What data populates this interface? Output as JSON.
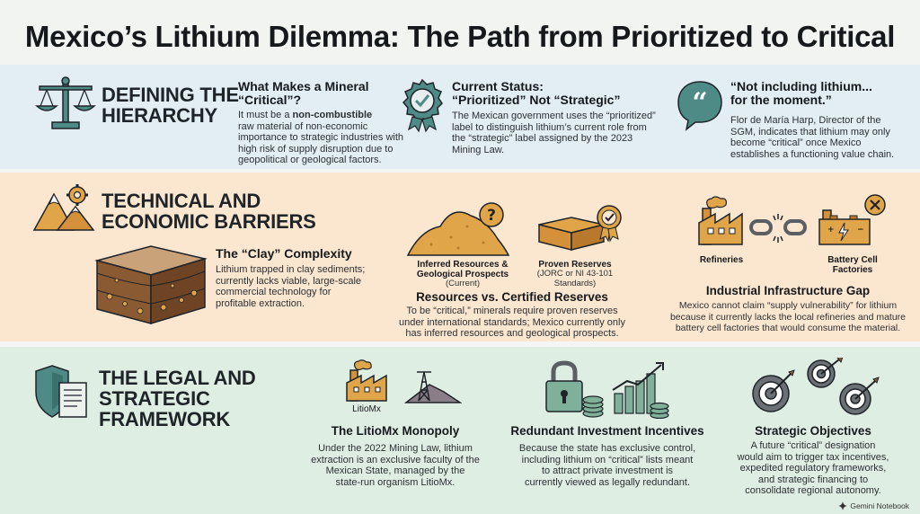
{
  "title": "Mexico’s Lithium Dilemma: The Path from Prioritized to Critical",
  "section1": {
    "heading": [
      "DEFINING THE",
      "HIERARCHY"
    ],
    "col1": {
      "title": [
        "What Makes a Mineral",
        "“Critical”?"
      ],
      "body_lead": "It must be a ",
      "body_bold": "non-combustible",
      "body_rest": [
        "raw material of non-economic",
        "importance to strategic industries with",
        "high risk of supply disruption due to",
        "geopolitical or geological factors."
      ]
    },
    "col2": {
      "title": [
        "Current Status:",
        "“Prioritized” Not “Strategic”"
      ],
      "body": [
        "The Mexican government uses the “prioritized”",
        "label to distinguish lithium’s current role from",
        "the “strategic” label assigned by the 2023",
        "Mining Law."
      ]
    },
    "col3": {
      "title": [
        "“Not including lithium...",
        "for the moment.”"
      ],
      "body": [
        "Flor de María Harp, Director of the",
        "SGM, indicates that lithium may only",
        "become “critical” once Mexico",
        "establishes a functioning value chain."
      ]
    }
  },
  "section2": {
    "heading": [
      "TECHNICAL AND",
      "ECONOMIC BARRIERS"
    ],
    "clay": {
      "title": "The “Clay” Complexity",
      "body": [
        "Lithium trapped in clay sediments;",
        "currently lacks viable, large-scale",
        "commercial technology for",
        "profitable extraction."
      ]
    },
    "inferred_label": [
      "Inferred Resources &",
      "Geological Prospects"
    ],
    "inferred_note": "(Current)",
    "proven_label": "Proven Reserves",
    "proven_note": [
      "(JORC or NI 43-101",
      "Standards)"
    ],
    "reserves": {
      "title": "Resources vs. Certified Reserves",
      "body": [
        "To be “critical,” minerals require proven reserves",
        "under international standards; Mexico currently only",
        "has inferred resources and geological prospects."
      ]
    },
    "refineries_label": "Refineries",
    "battery_label": [
      "Battery Cell",
      "Factories"
    ],
    "infra": {
      "title": "Industrial Infrastructure Gap",
      "body": [
        "Mexico cannot claim “supply vulnerability” for lithium",
        "because it currently lacks the local refineries and mature",
        "battery cell factories that would consume the material."
      ]
    }
  },
  "section3": {
    "heading": [
      "THE LEGAL AND",
      "STRATEGIC",
      "FRAMEWORK"
    ],
    "litio_label": "LitioMx",
    "monopoly": {
      "title": "The LitioMx Monopoly",
      "body": [
        "Under the 2022 Mining Law, lithium",
        "extraction is an exclusive faculty of the",
        "Mexican State, managed by the",
        "state-run organism LitioMx."
      ]
    },
    "redundant": {
      "title": "Redundant Investment Incentives",
      "body": [
        "Because the state has exclusive control,",
        "including lithium on “critical” lists meant",
        "to attract private investment is",
        "currently viewed as legally redundant."
      ]
    },
    "objectives": {
      "title": "Strategic Objectives",
      "body": [
        "A future “critical” designation",
        "would aim to trigger tax incentives,",
        "expedited regulatory frameworks,",
        "and strategic financing to",
        "consolidate regional autonomy."
      ]
    }
  },
  "footer": "Gemini Notebook",
  "colors": {
    "teal": "#4e8a86",
    "orange": "#e0a548",
    "brown": "#8a5a32",
    "gray": "#6b7075"
  }
}
